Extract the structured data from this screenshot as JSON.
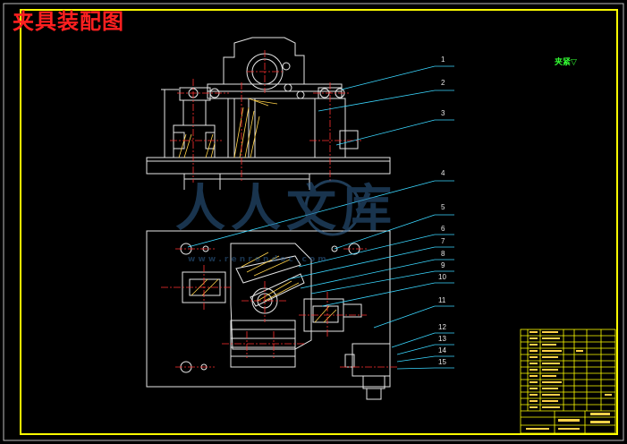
{
  "drawing": {
    "title": "夹具装配图",
    "note": "夹紧▽"
  },
  "part_numbers": [
    "1",
    "2",
    "3",
    "4",
    "5",
    "6",
    "7",
    "8",
    "9",
    "10",
    "11",
    "12",
    "13",
    "14",
    "15"
  ],
  "watermark": {
    "text": "人人文库",
    "sub": "w w w . r e n r e n d o c . c o m"
  },
  "colors": {
    "background": "#000000",
    "frame": "#ffff00",
    "title": "#ff2020",
    "outline": "#e6e6e6",
    "centerline": "#ff3030",
    "hatch": "#ffd24a",
    "leader": "#3ad7ff",
    "note": "#33ff33"
  }
}
